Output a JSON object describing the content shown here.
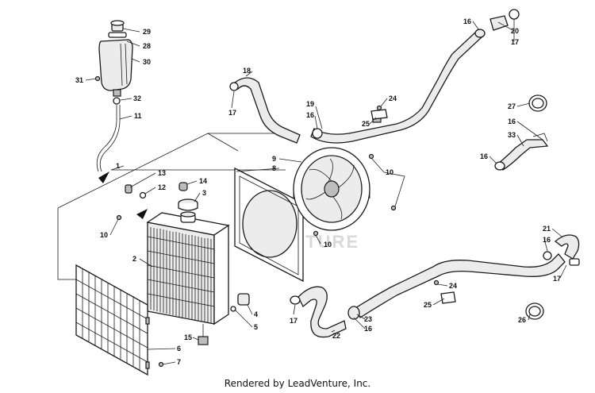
{
  "footer": {
    "text": "Rendered by LeadVenture, Inc."
  },
  "watermark": {
    "text": "VENTURE"
  },
  "callouts": [
    {
      "id": "c29",
      "label": "29"
    },
    {
      "id": "c28",
      "label": "28"
    },
    {
      "id": "c30",
      "label": "30"
    },
    {
      "id": "c31",
      "label": "31"
    },
    {
      "id": "c32",
      "label": "32"
    },
    {
      "id": "c11",
      "label": "11"
    },
    {
      "id": "c1",
      "label": "1"
    },
    {
      "id": "c13",
      "label": "13"
    },
    {
      "id": "c12",
      "label": "12"
    },
    {
      "id": "c14",
      "label": "14"
    },
    {
      "id": "c3",
      "label": "3"
    },
    {
      "id": "c10a",
      "label": "10"
    },
    {
      "id": "c2",
      "label": "2"
    },
    {
      "id": "c15",
      "label": "15"
    },
    {
      "id": "c6",
      "label": "6"
    },
    {
      "id": "c7",
      "label": "7"
    },
    {
      "id": "c4",
      "label": "4"
    },
    {
      "id": "c5",
      "label": "5"
    },
    {
      "id": "c17a",
      "label": "17"
    },
    {
      "id": "c18",
      "label": "18"
    },
    {
      "id": "c17b",
      "label": "17"
    },
    {
      "id": "c9",
      "label": "9"
    },
    {
      "id": "c8",
      "label": "8"
    },
    {
      "id": "c10b",
      "label": "10"
    },
    {
      "id": "c10c",
      "label": "10"
    },
    {
      "id": "c19",
      "label": "19"
    },
    {
      "id": "c16a",
      "label": "16"
    },
    {
      "id": "c24a",
      "label": "24"
    },
    {
      "id": "c25a",
      "label": "25"
    },
    {
      "id": "c16b",
      "label": "16"
    },
    {
      "id": "c20",
      "label": "20"
    },
    {
      "id": "c17c",
      "label": "17"
    },
    {
      "id": "c27",
      "label": "27"
    },
    {
      "id": "c16c",
      "label": "16"
    },
    {
      "id": "c33",
      "label": "33"
    },
    {
      "id": "c16d",
      "label": "16"
    },
    {
      "id": "c21",
      "label": "21"
    },
    {
      "id": "c16e",
      "label": "16"
    },
    {
      "id": "c17d",
      "label": "17"
    },
    {
      "id": "c24b",
      "label": "24"
    },
    {
      "id": "c25b",
      "label": "25"
    },
    {
      "id": "c23",
      "label": "23"
    },
    {
      "id": "c16f",
      "label": "16"
    },
    {
      "id": "c22",
      "label": "22"
    },
    {
      "id": "c26",
      "label": "26"
    }
  ]
}
